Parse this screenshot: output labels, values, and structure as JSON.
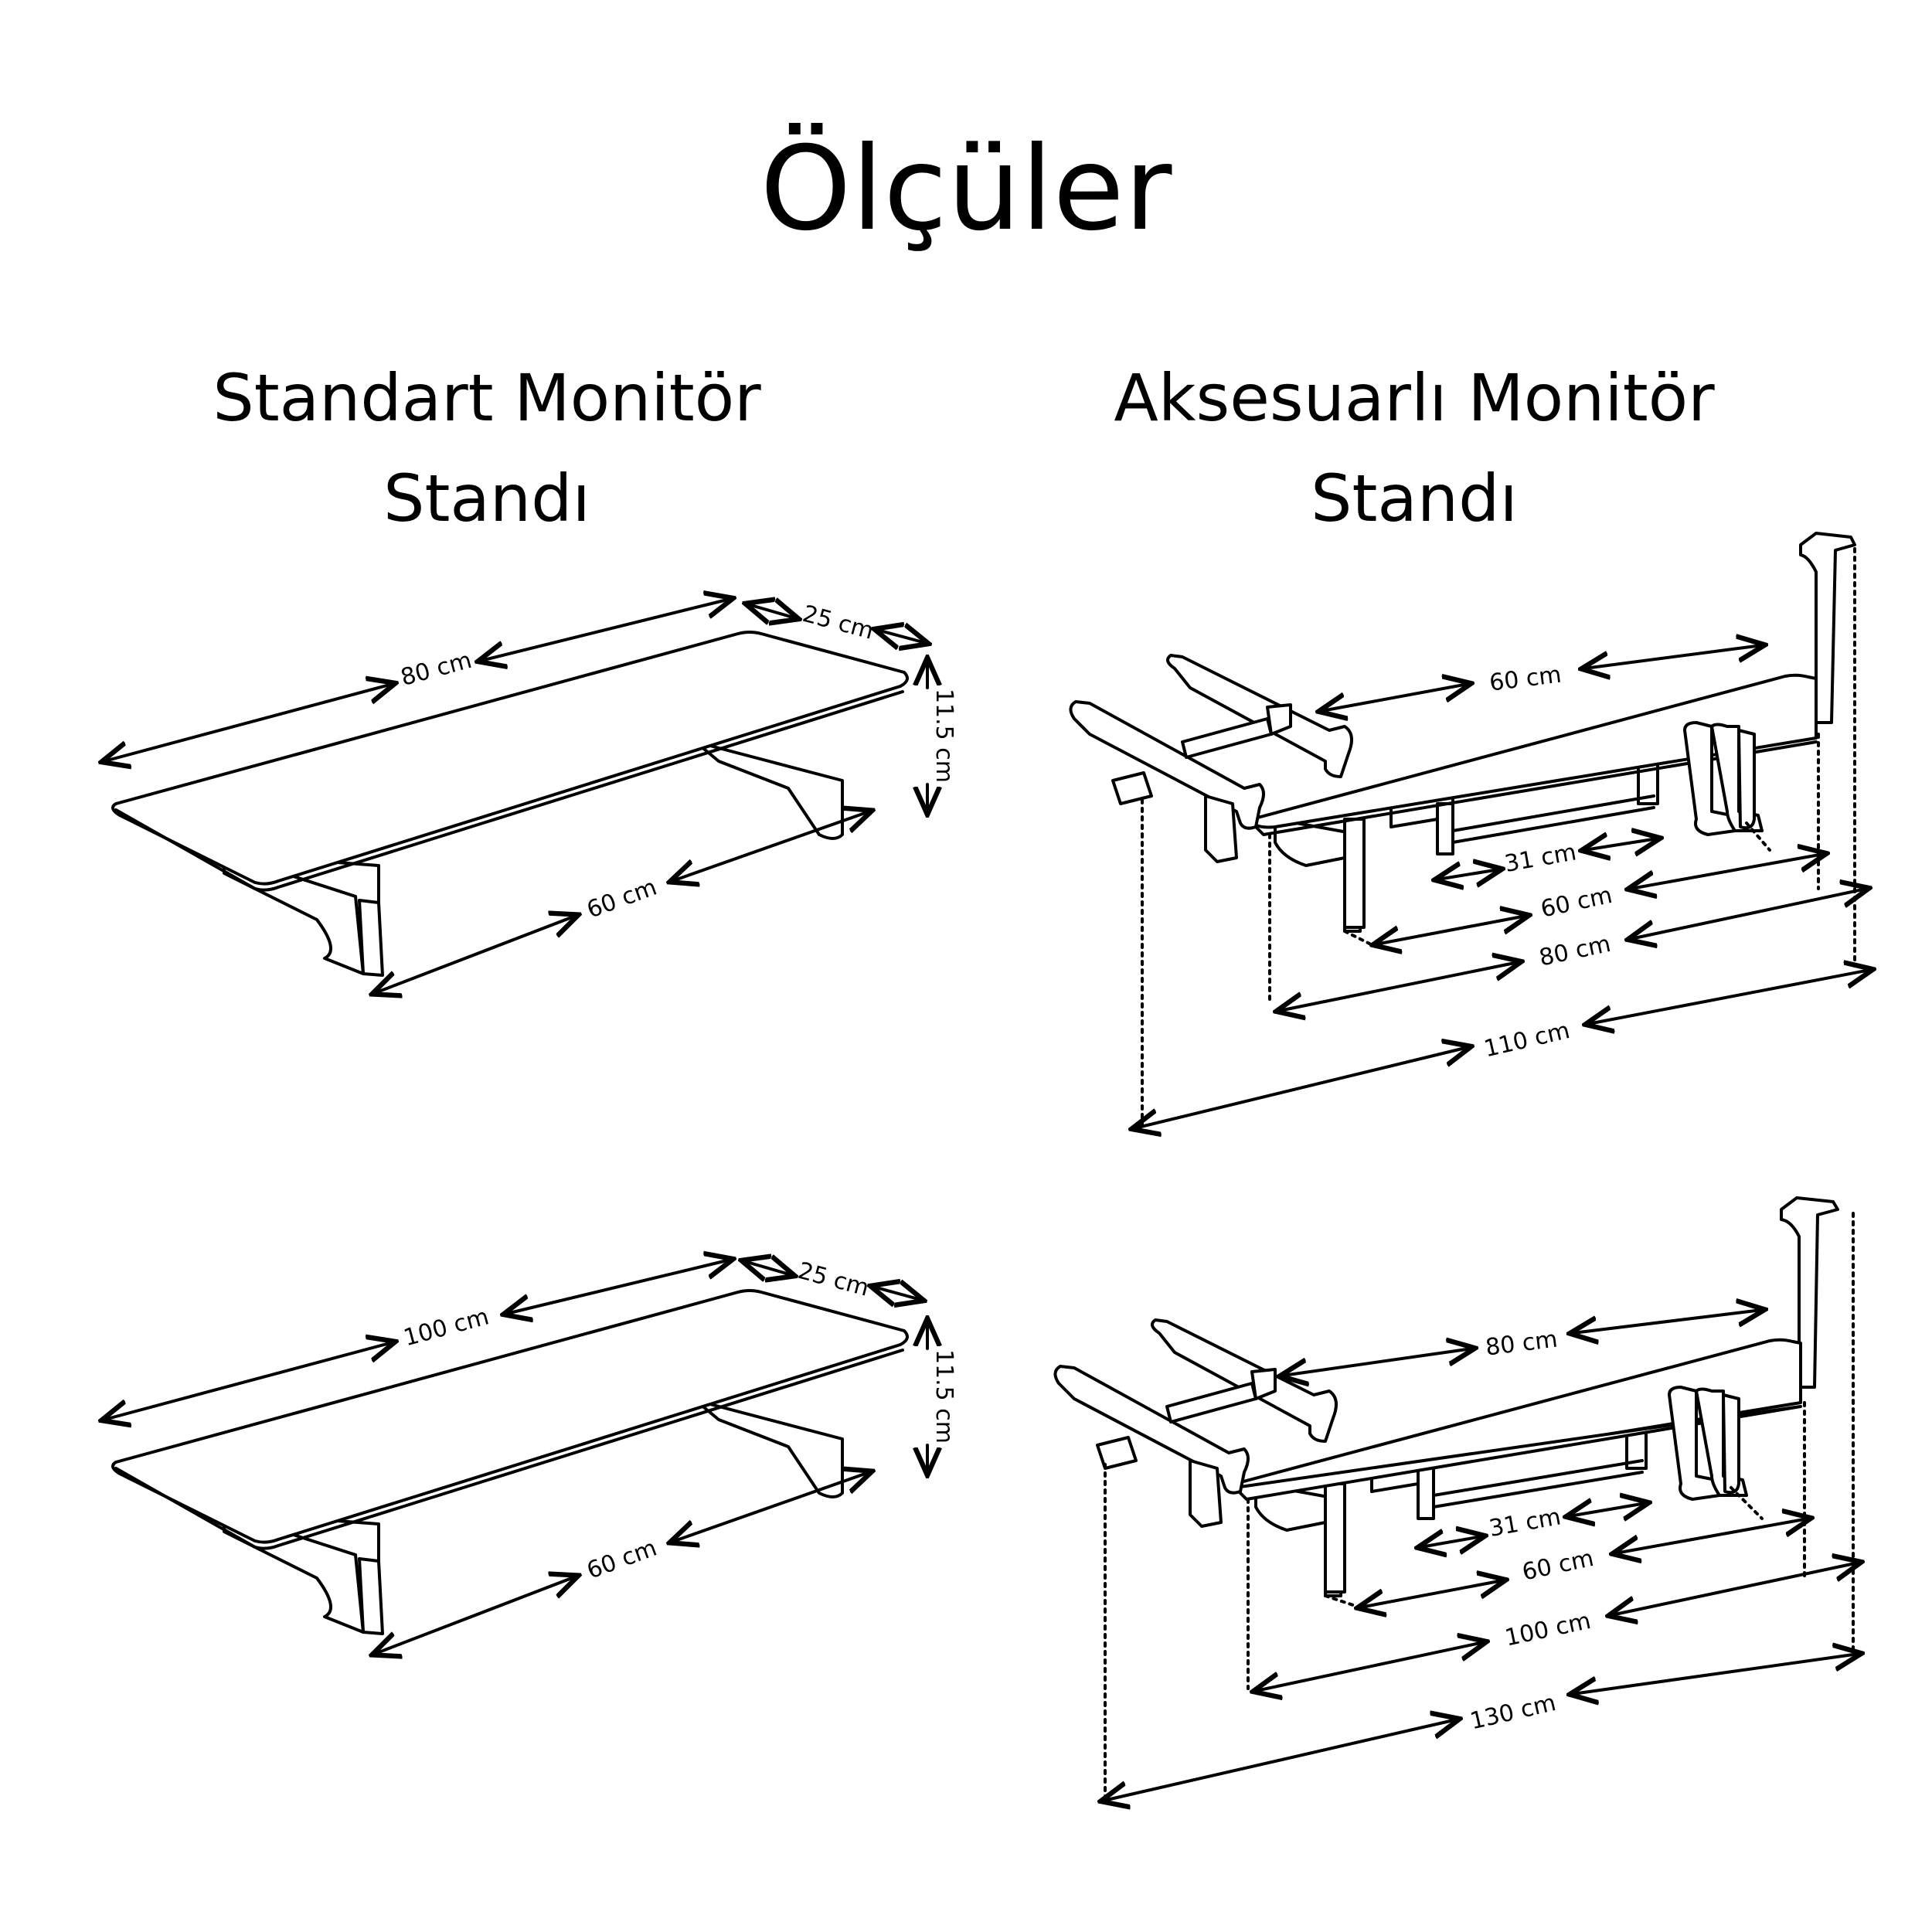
{
  "title": "Ölçüler",
  "left_heading": {
    "line1": "Standart Monitör",
    "line2": "Standı"
  },
  "right_heading": {
    "line1": "Aksesuarlı Monitör",
    "line2": "Standı"
  },
  "standard_80": {
    "length": "80 cm",
    "depth": "25 cm",
    "height": "11.5 cm",
    "inner": "60 cm"
  },
  "standard_100": {
    "length": "100 cm",
    "depth": "25 cm",
    "height": "11.5 cm",
    "inner": "60 cm"
  },
  "accessory_80": {
    "top": "60 cm",
    "small": "31 cm",
    "mid": "60 cm",
    "shelf": "80 cm",
    "total": "110 cm"
  },
  "accessory_100": {
    "top": "80 cm",
    "small": "31 cm",
    "mid": "60 cm",
    "shelf": "100 cm",
    "total": "130 cm"
  }
}
